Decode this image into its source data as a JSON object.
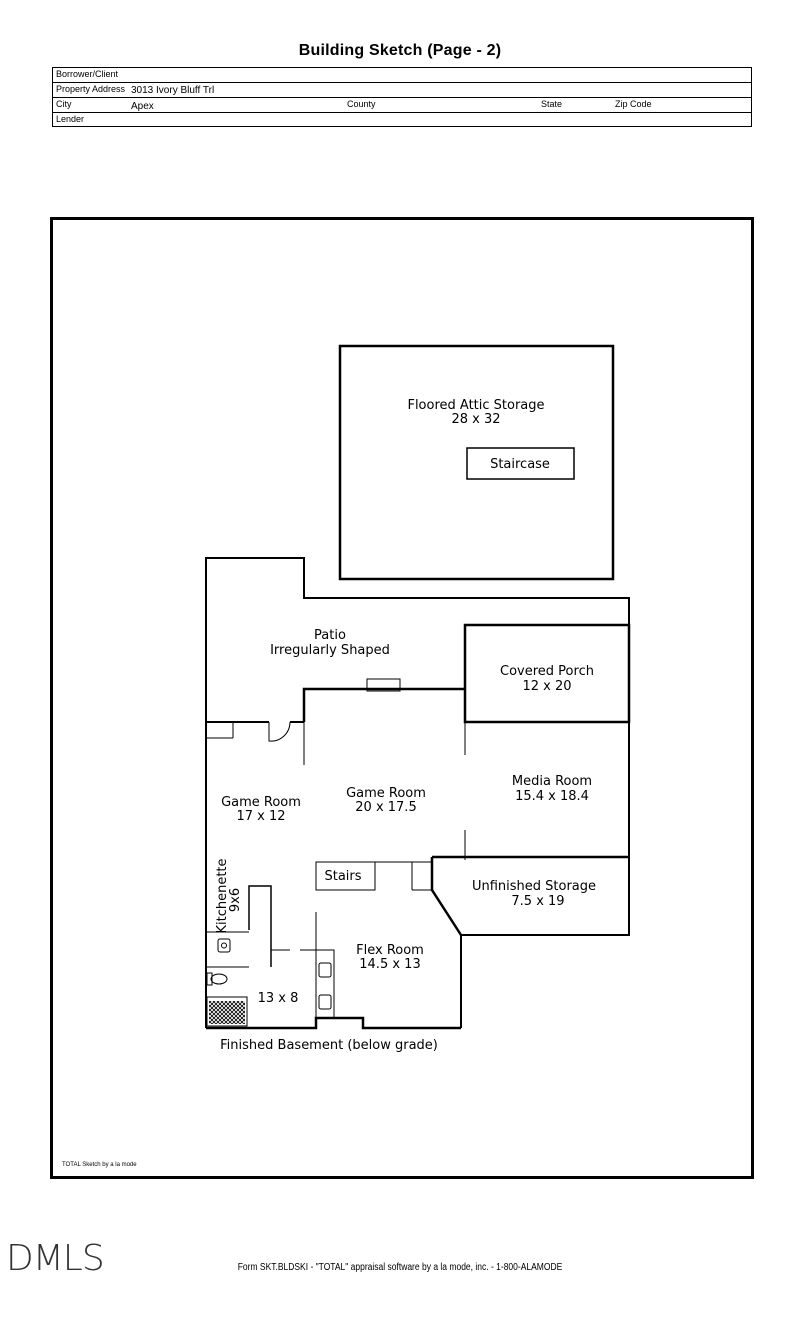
{
  "page_title": "Building Sketch (Page - 2)",
  "header": {
    "borrower_label": "Borrower/Client",
    "property_label": "Property Address",
    "property_value": "3013 Ivory Bluff Trl",
    "city_label": "City",
    "city_value": "Apex",
    "county_label": "County",
    "state_label": "State",
    "zip_label": "Zip Code",
    "lender_label": "Lender"
  },
  "rooms": {
    "attic_name": "Floored Attic Storage",
    "attic_size": "28 x 32",
    "staircase": "Staircase",
    "patio_name": "Patio",
    "patio_size": "Irregularly Shaped",
    "porch_name": "Covered Porch",
    "porch_size": "12 x 20",
    "media_name": "Media Room",
    "media_size": "15.4 x 18.4",
    "game2_name": "Game Room",
    "game2_size": "20 x 17.5",
    "game1_name": "Game Room",
    "game1_size": "17 x 12",
    "stairs": "Stairs",
    "kitchenette_name": "Kitchenette",
    "kitchenette_size": "9x6",
    "unfinished_name": "Unfinished Storage",
    "unfinished_size": "7.5 x 19",
    "flex_name": "Flex Room",
    "flex_size": "14.5 x 13",
    "bath_size": "13 x 8",
    "basement_caption": "Finished Basement (below grade)"
  },
  "credit": "TOTAL Sketch by a la mode",
  "logo": "DMLS",
  "footer": "Form SKT.BLDSKI - \"TOTAL\" appraisal software by a la mode, inc. - 1-800-ALAMODE"
}
